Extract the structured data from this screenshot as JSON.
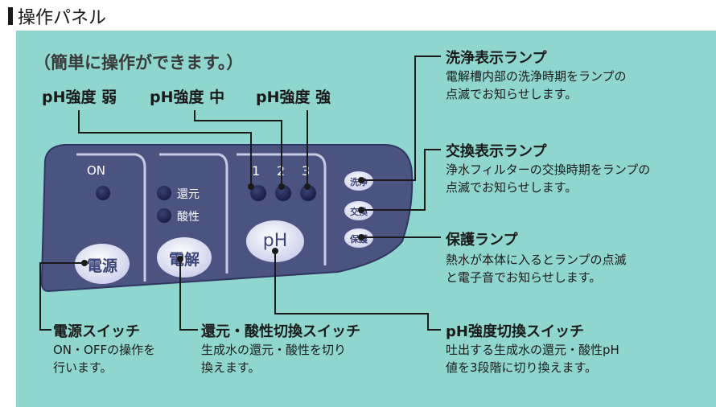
{
  "title": "操作パネル",
  "note": "（簡単に操作ができます。）",
  "ph_levels": {
    "weak": "pH強度 弱",
    "mid": "pH強度 中",
    "strong": "pH強度 強"
  },
  "device": {
    "on_label": "ON",
    "reduction_label": "還元",
    "acid_label": "酸性",
    "num1": "1",
    "num2": "2",
    "num3": "3",
    "power_button": "電源",
    "electrolysis_button": "電解",
    "ph_button": "pH",
    "wash_indicator": "洗浄",
    "exchange_indicator": "交換",
    "protect_indicator": "保護"
  },
  "callouts": {
    "wash": {
      "title": "洗浄表示ランプ",
      "desc1": "電解槽内部の洗浄時期をランプの",
      "desc2": "点滅でお知らせします。"
    },
    "exchange": {
      "title": "交換表示ランプ",
      "desc1": "浄水フィルターの交換時期をランプの",
      "desc2": "点滅でお知らせします。"
    },
    "protect": {
      "title": "保護ランプ",
      "desc1": "熱水が本体に入るとランプの点滅",
      "desc2": "と電子音でお知らせします。"
    },
    "ph_switch": {
      "title": "pH強度切換スイッチ",
      "desc1": "吐出する生成水の還元・酸性pH",
      "desc2": "値を3段階に切り換えます。"
    },
    "power_switch": {
      "title": "電源スイッチ",
      "desc1": "ON・OFFの操作を",
      "desc2": "行います。"
    },
    "mode_switch": {
      "title": "還元・酸性切換スイッチ",
      "desc1": "生成水の還元・酸性を切り",
      "desc2": "換えます。"
    }
  },
  "colors": {
    "background": "#8fd6cf",
    "panel": "#4b5380",
    "lamp": "#1c2350",
    "button": "#dcdff4"
  }
}
